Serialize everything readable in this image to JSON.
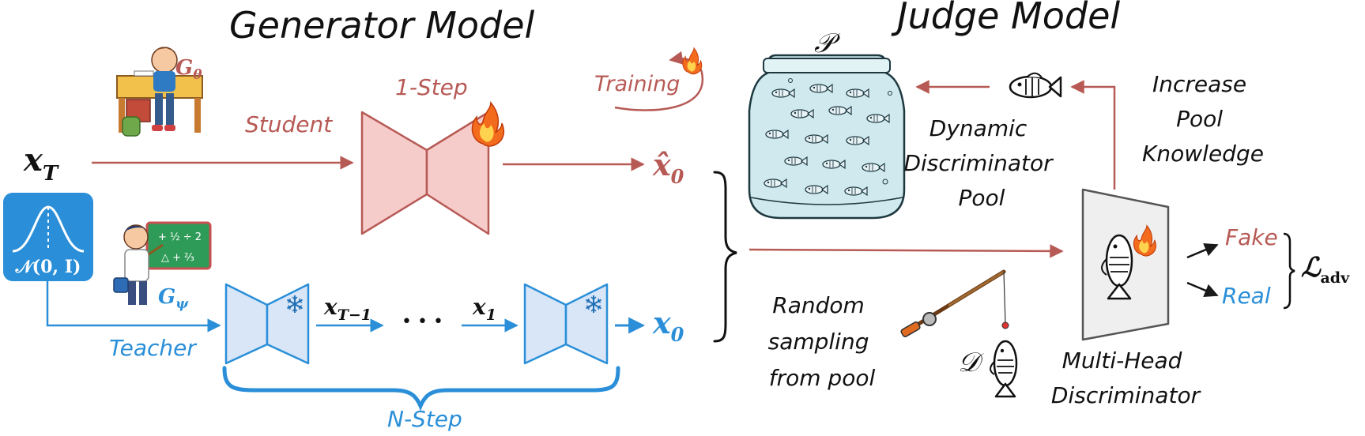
{
  "titles": {
    "generator": "Generator Model",
    "judge": "Judge Model"
  },
  "labels": {
    "x_T": "x",
    "x_T_sub": "T",
    "G_theta": "G",
    "G_theta_sub": "θ",
    "student": "Student",
    "one_step": "1-Step",
    "training": "Training",
    "x0_hat": "x̂",
    "x0_hat_sub": "0",
    "normal": "𝒩(0, I)",
    "G_psi": "G",
    "G_psi_sub": "ψ",
    "teacher": "Teacher",
    "x_T_minus_1": "x",
    "x_T_minus_1_sub": "T−1",
    "dots": "• • •",
    "x_1": "x",
    "x_1_sub": "1",
    "x_0": "x",
    "x_0_sub": "0",
    "n_step": "N-Step",
    "pool_symbol": "𝒫",
    "pool_text": [
      "Dynamic",
      "Discriminator",
      "Pool"
    ],
    "increase_text": [
      "Increase",
      "Pool",
      "Knowledge"
    ],
    "random_text": [
      "Random",
      "sampling",
      "from pool"
    ],
    "d_symbol": "𝒟",
    "multi_head": [
      "Multi-Head",
      "Discriminator"
    ],
    "fake": "Fake",
    "real": "Real",
    "loss": "ℒ",
    "loss_sub": "adv"
  },
  "colors": {
    "red": "#b75a55",
    "red_fill": "#f6cccb",
    "blue": "#2a8fd8",
    "blue_fill": "#d8e6f8",
    "dark": "#1a1a1a",
    "jar_water": "#cfe9ef",
    "disc_fill": "#efefef"
  },
  "icons": [
    "student-illustration",
    "teacher-illustration",
    "fire-icon",
    "snowflake-icon",
    "fish-jar-illustration",
    "fish-icon",
    "fishing-rod-icon",
    "gaussian-icon"
  ]
}
